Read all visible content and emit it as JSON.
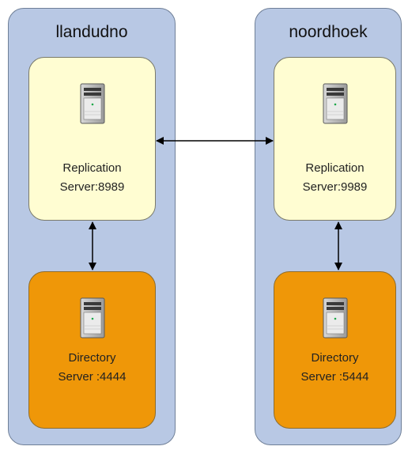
{
  "hosts": [
    {
      "name": "llandudno",
      "replication_server": {
        "line1": "Replication",
        "line2": "Server:8989"
      },
      "directory_server": {
        "line1": "Directory",
        "line2": "Server :4444"
      }
    },
    {
      "name": "noordhoek",
      "replication_server": {
        "line1": "Replication",
        "line2": "Server:9989"
      },
      "directory_server": {
        "line1": "Directory",
        "line2": "Server :5444"
      }
    }
  ],
  "colors": {
    "host_background": "#b8c8e4",
    "replication_server_fill": "#fffdd2",
    "directory_server_fill": "#ef9708",
    "arrow": "#000000"
  },
  "icons": {
    "server": "server-tower-icon",
    "link": "double-headed-arrow"
  }
}
